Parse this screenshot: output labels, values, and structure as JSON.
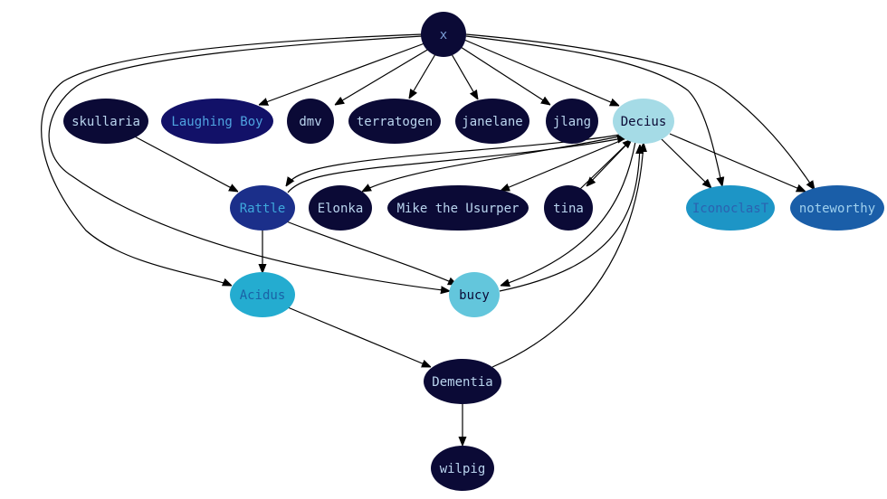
{
  "nodes": {
    "x": {
      "label": "x",
      "fill": "#0b0a36",
      "text": "#7b9fd6"
    },
    "skullaria": {
      "label": "skullaria",
      "fill": "#0b0a36",
      "text": "#b9d4ee"
    },
    "laughing": {
      "label": "Laughing Boy",
      "fill": "#121168",
      "text": "#4fa3e0"
    },
    "dmv": {
      "label": "dmv",
      "fill": "#0b0a36",
      "text": "#b9d4ee"
    },
    "terratogen": {
      "label": "terratogen",
      "fill": "#0b0a36",
      "text": "#b9d4ee"
    },
    "janelane": {
      "label": "janelane",
      "fill": "#0b0a36",
      "text": "#b9d4ee"
    },
    "jlang": {
      "label": "jlang",
      "fill": "#0b0a36",
      "text": "#b9d4ee"
    },
    "decius": {
      "label": "Decius",
      "fill": "#a5dbe6",
      "text": "#0b0a36"
    },
    "rattle": {
      "label": "Rattle",
      "fill": "#1b2f8a",
      "text": "#3ea8dc"
    },
    "elonka": {
      "label": "Elonka",
      "fill": "#0b0a36",
      "text": "#b9d4ee"
    },
    "mike": {
      "label": "Mike the Usurper",
      "fill": "#0b0a36",
      "text": "#b9d4ee"
    },
    "tina": {
      "label": "tina",
      "fill": "#0b0a36",
      "text": "#b9d4ee"
    },
    "iconoclast": {
      "label": "IconoclasT",
      "fill": "#1d95c6",
      "text": "#2b62b0"
    },
    "noteworthy": {
      "label": "noteworthy",
      "fill": "#1a5ea8",
      "text": "#9fd0ee"
    },
    "acidus": {
      "label": "Acidus",
      "fill": "#24acd0",
      "text": "#1a62a6"
    },
    "bucy": {
      "label": "bucy",
      "fill": "#63c6dc",
      "text": "#0b0a36"
    },
    "dementia": {
      "label": "Dementia",
      "fill": "#0b0a36",
      "text": "#b9d4ee"
    },
    "wilpig": {
      "label": "wilpig",
      "fill": "#0b0a36",
      "text": "#b9d4ee"
    }
  }
}
